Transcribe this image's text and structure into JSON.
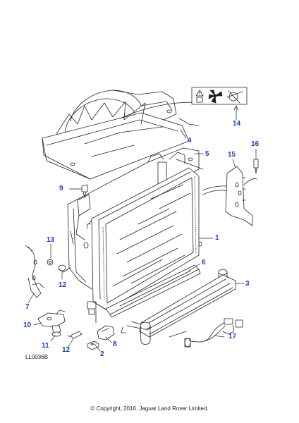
{
  "diagram": {
    "reference_code": "LL0036B",
    "copyright": "© Copyright, 2016. Jaguar Land Rover Limited.",
    "callouts": {
      "c1": "1",
      "c2": "2",
      "c3": "3",
      "c4": "4",
      "c5": "5",
      "c6": "6",
      "c7": "7",
      "c8": "8",
      "c9": "9",
      "c10": "10",
      "c11": "11",
      "c12a": "12",
      "c12b": "12",
      "c13": "13",
      "c14": "14",
      "c15": "15",
      "c16": "16",
      "c17": "17"
    },
    "colors": {
      "callout": "#1a3cc4",
      "line": "#222222"
    }
  }
}
